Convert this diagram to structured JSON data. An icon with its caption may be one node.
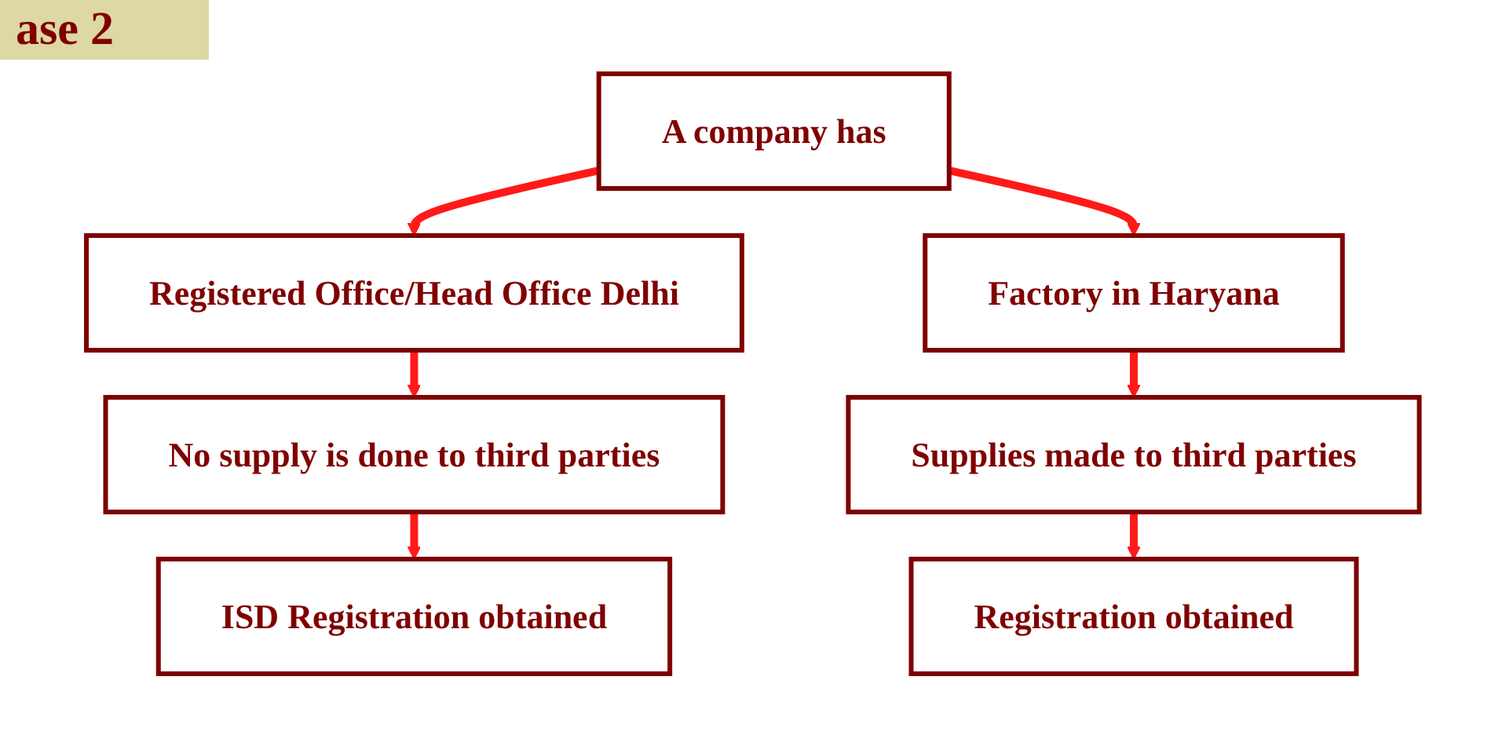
{
  "diagram": {
    "title": "ase 2",
    "nodes": [
      {
        "text": [
          "A company has"
        ]
      },
      {
        "text": [
          "Registered Office/Head Office Delhi"
        ]
      },
      {
        "text": [
          "No supply is done to third parties"
        ]
      },
      {
        "text": [
          "ISD Registration obtained"
        ]
      },
      {
        "text": [
          "Factory in Haryana"
        ]
      },
      {
        "text": [
          "Supplies made to third parties"
        ]
      },
      {
        "text": [
          "Registration obtained"
        ]
      }
    ],
    "edges": [
      {
        "from": 0,
        "to": 1,
        "arrow": "to"
      },
      {
        "from": 0,
        "to": 4,
        "arrow": "to"
      },
      {
        "from": 1,
        "to": 2,
        "arrow": "to"
      },
      {
        "from": 2,
        "to": 3,
        "arrow": "to"
      },
      {
        "from": 4,
        "to": 5,
        "arrow": "to"
      },
      {
        "from": 5,
        "to": 6,
        "arrow": "to"
      }
    ]
  }
}
